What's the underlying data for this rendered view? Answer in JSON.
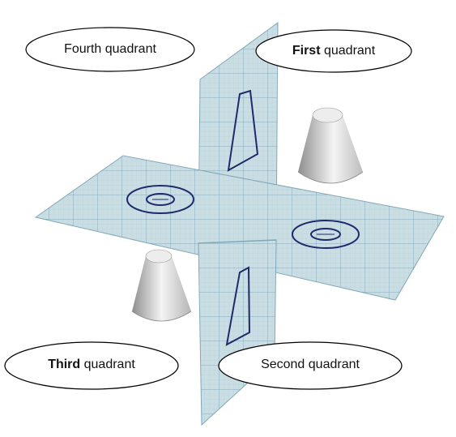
{
  "labels": {
    "fourth": {
      "text": "Fourth quadrant"
    },
    "first": {
      "bold": "First",
      "rest": " quadrant"
    },
    "third": {
      "bold": "Third",
      "rest": " quadrant"
    },
    "second": {
      "text": "Second quadrant"
    }
  },
  "colors": {
    "plane_fill": "#c9dde3",
    "grid_major": "#7fa7b8",
    "grid_minor": "#b7cfd8",
    "outline": "#1f2a6b",
    "cone_dark": "#8e8e8e",
    "cone_light": "#f2f2f2"
  }
}
